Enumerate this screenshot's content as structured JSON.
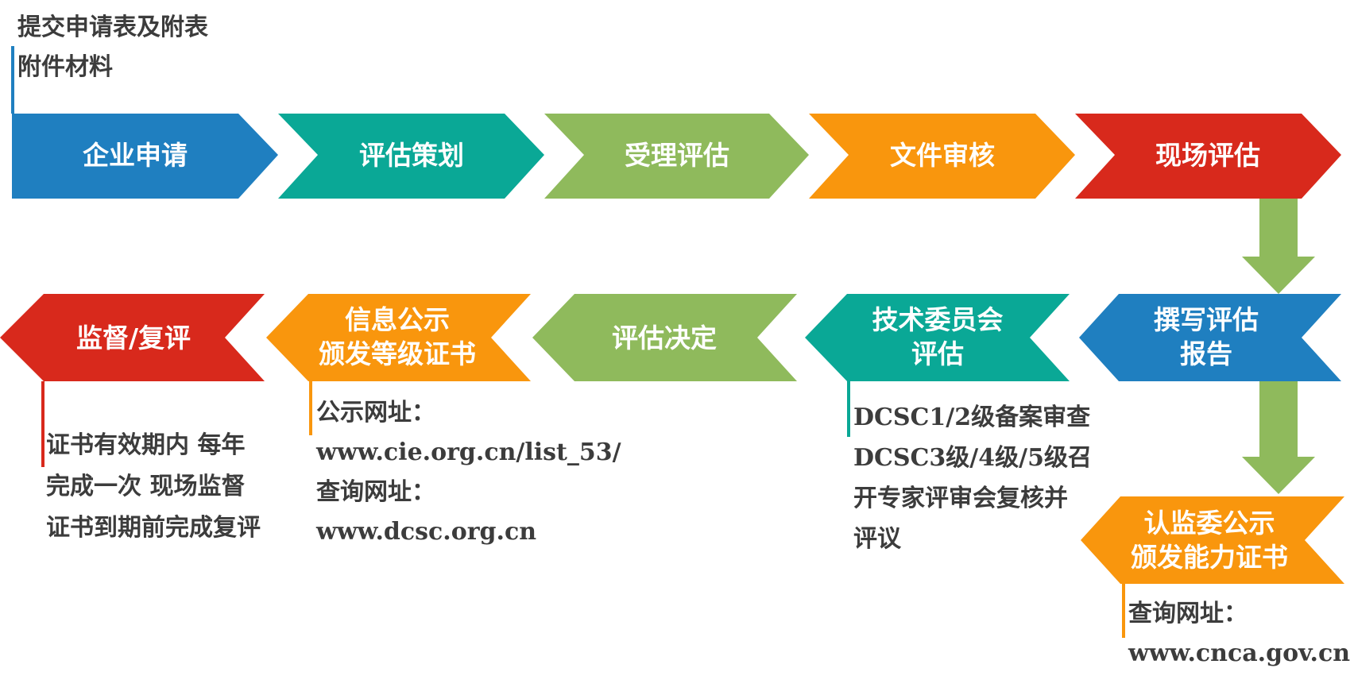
{
  "colors": {
    "blue": "#1f7fc0",
    "teal": "#0aa896",
    "green": "#8fba5c",
    "orange": "#f9960d",
    "red": "#d8291c",
    "text": "#3c3c3c",
    "connector": "#8fba5c"
  },
  "top_note": {
    "lines": [
      "提交申请表及附表",
      "附件材料"
    ]
  },
  "steps": [
    {
      "label": [
        "企业申请"
      ]
    },
    {
      "label": [
        "评估策划"
      ]
    },
    {
      "label": [
        "受理评估"
      ]
    },
    {
      "label": [
        "文件审核"
      ]
    },
    {
      "label": [
        "现场评估"
      ]
    },
    {
      "label": [
        "撰写评估",
        "报告"
      ]
    },
    {
      "label": [
        "技术委员会",
        "评估"
      ]
    },
    {
      "label": [
        "评估决定"
      ]
    },
    {
      "label": [
        "信息公示",
        "颁发等级证书"
      ]
    },
    {
      "label": [
        "监督/复评"
      ]
    },
    {
      "label": [
        "认监委公示",
        "颁发能力证书"
      ]
    }
  ],
  "notes": {
    "supervision": {
      "lines": [
        "证书有效期内 每年",
        "完成一次 现场监督",
        "证书到期前完成复评"
      ]
    },
    "publicity": {
      "lines": [
        "公示网址：",
        "www.cie.org.cn/list_53/",
        "查询网址：",
        "www.dcsc.org.cn"
      ]
    },
    "committee": {
      "lines": [
        "DCSC1/2级备案审查",
        "DCSC3级/4级/5级召",
        "开专家评审会复核并",
        "评议"
      ]
    },
    "cnca": {
      "lines": [
        "查询网址：",
        "www.cnca.gov.cn"
      ]
    }
  }
}
